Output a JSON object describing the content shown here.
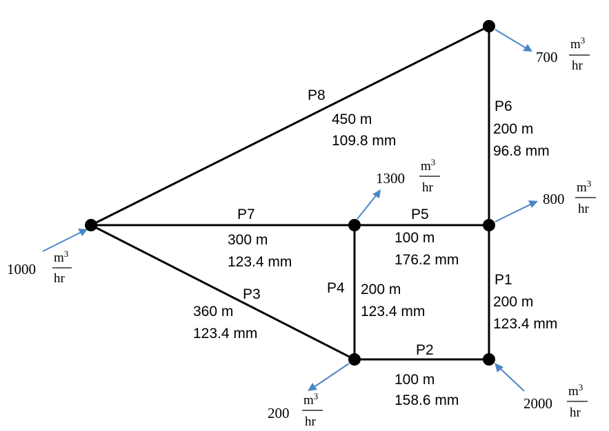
{
  "pipes": {
    "p1": {
      "name": "P1",
      "length": "200 m",
      "diameter": "123.4 mm"
    },
    "p2": {
      "name": "P2",
      "length": "100 m",
      "diameter": "158.6 mm"
    },
    "p3": {
      "name": "P3",
      "length": "360 m",
      "diameter": "123.4 mm"
    },
    "p4": {
      "name": "P4",
      "length": "200 m",
      "diameter": "123.4 mm"
    },
    "p5": {
      "name": "P5",
      "length": "100 m",
      "diameter": "176.2 mm"
    },
    "p6": {
      "name": "P6",
      "length": "200 m",
      "diameter": "96.8 mm"
    },
    "p7": {
      "name": "P7",
      "length": "300 m",
      "diameter": "123.4 mm"
    },
    "p8": {
      "name": "P8",
      "length": "450 m",
      "diameter": "109.8 mm"
    }
  },
  "flows": {
    "inflow_left": "1000",
    "outflow_top_right": "700",
    "outflow_center": "1300",
    "outflow_right": "800",
    "outflow_bottom_left": "200",
    "inflow_bottom_right": "2000"
  },
  "unit": {
    "numerator": "m",
    "exponent": "3",
    "denominator": "hr"
  },
  "colors": {
    "pipe": "#000000",
    "flow_arrow": "#4a86c5",
    "background": "#ffffff"
  }
}
